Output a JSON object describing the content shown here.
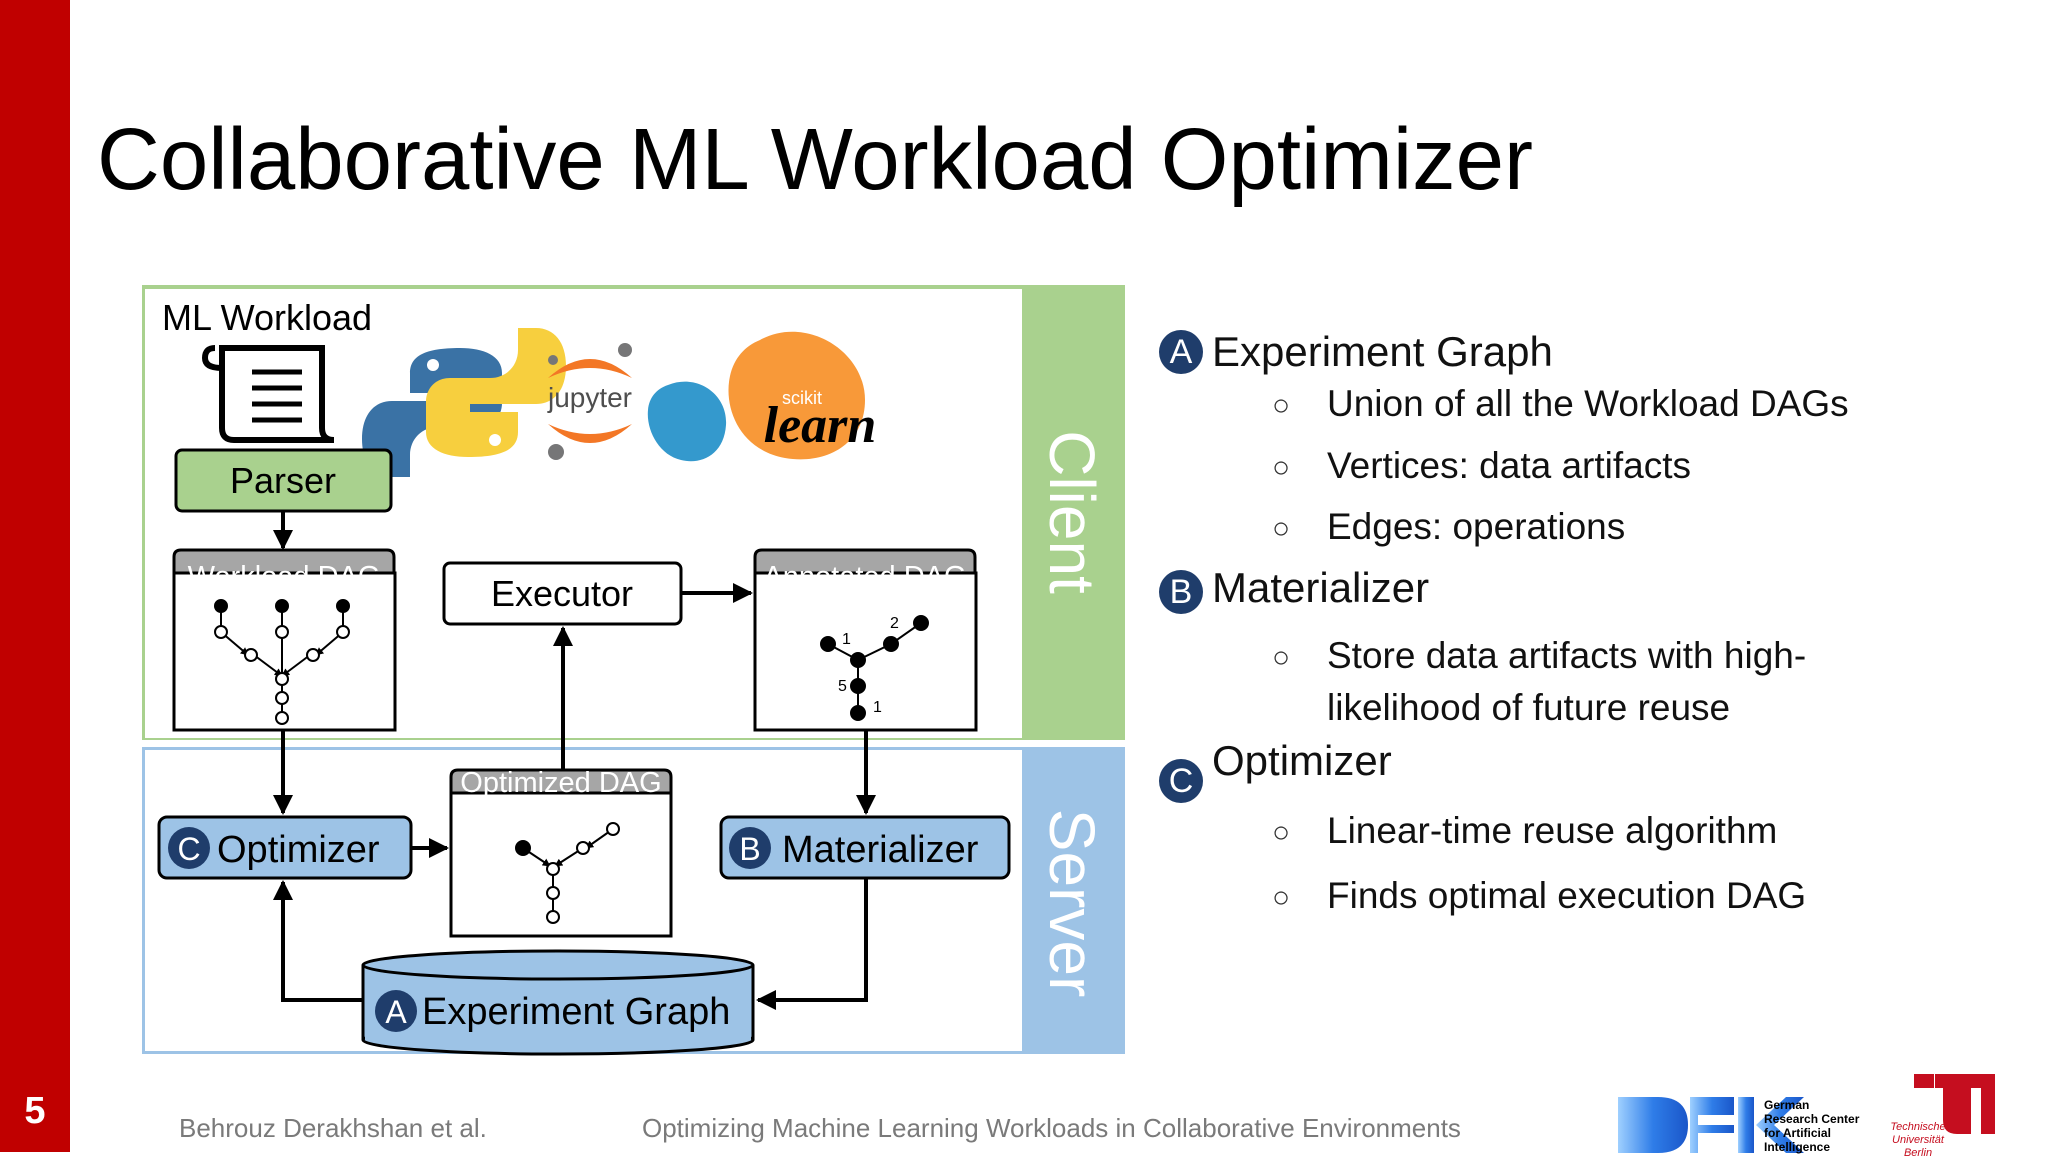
{
  "slide_number": "5",
  "title": "Collaborative ML Workload Optimizer",
  "diagram": {
    "ml_workload_label": "ML Workload",
    "logos": {
      "jupyter": "jupyter",
      "scikit": "scikit",
      "learn": "learn"
    },
    "parser": "Parser",
    "workload_dag": "Workload DAG",
    "executor": "Executor",
    "annotated_dag": "Annotated DAG",
    "annotated_numbers": [
      "1",
      "2",
      "5",
      "1"
    ],
    "client_label": "Client",
    "server_label": "Server",
    "optimized_dag": "Optimized DAG",
    "optimizer": {
      "badge": "C",
      "label": "Optimizer"
    },
    "materializer": {
      "badge": "B",
      "label": "Materializer"
    },
    "experiment_graph": {
      "badge": "A",
      "label": "Experiment Graph"
    },
    "colors": {
      "client": "#a9d18e",
      "server": "#9dc3e6",
      "node_blue": "#9dc3e6",
      "parser_green": "#a9d18e",
      "badge": "#1f3d6b"
    }
  },
  "bullets": [
    {
      "badge": "A",
      "heading": "Experiment Graph",
      "items": [
        "Union of all the Workload DAGs",
        "Vertices: data artifacts",
        "Edges: operations"
      ]
    },
    {
      "badge": "B",
      "heading": "Materializer",
      "items": [
        "Store data artifacts with high-",
        "likelihood of future reuse"
      ]
    },
    {
      "badge": "C",
      "heading": "Optimizer",
      "items": [
        "Linear-time reuse algorithm",
        "Finds optimal execution DAG"
      ]
    }
  ],
  "bullet_marker": "○",
  "footer": {
    "author": "Behrouz Derakhshan et al.",
    "paper": "Optimizing Machine Learning Workloads in Collaborative Environments",
    "dfki_lines": [
      "German",
      "Research Center",
      "for Artificial",
      "Intelligence"
    ],
    "tu_lines": [
      "Technische",
      "Universität",
      "Berlin"
    ],
    "tu_side": "berlin"
  }
}
